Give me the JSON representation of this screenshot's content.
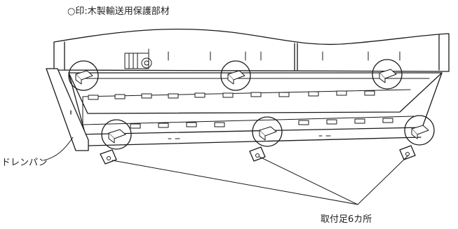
{
  "legend_text": "○印:木製輸送用保護部材",
  "callouts": {
    "drain_pan": "ドレンパン",
    "mounting_feet": "取付足6カ所"
  },
  "colors": {
    "line": "#1a1a1a",
    "fill": "#ffffff",
    "detail": "#555555"
  }
}
